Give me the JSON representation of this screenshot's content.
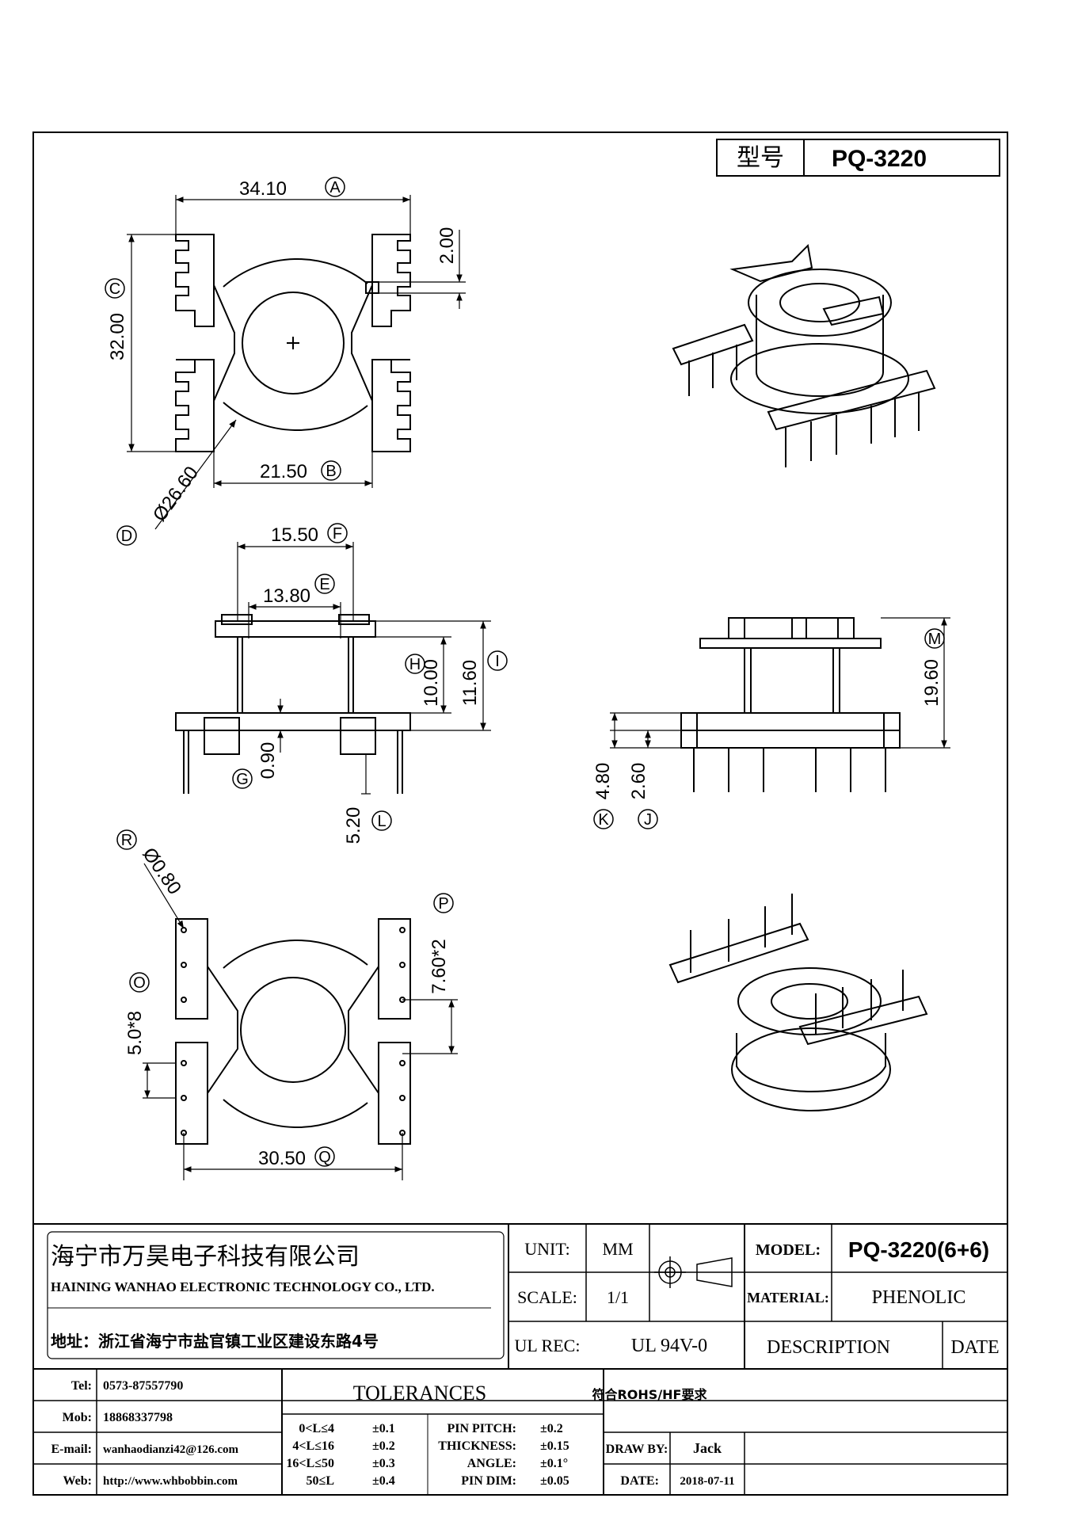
{
  "header": {
    "model_label": "型号",
    "model_value": "PQ-3220"
  },
  "dimensions": {
    "A": {
      "label": "A",
      "value": "34.10"
    },
    "B": {
      "label": "B",
      "value": "21.50"
    },
    "C": {
      "label": "C",
      "value": "32.00"
    },
    "D": {
      "label": "D",
      "value": "Ø26.60"
    },
    "top_right": {
      "value": "2.00"
    },
    "E": {
      "label": "E",
      "value": "13.80"
    },
    "F": {
      "label": "F",
      "value": "15.50"
    },
    "G": {
      "label": "G",
      "value": "0.90"
    },
    "H": {
      "label": "H",
      "value": "10.00"
    },
    "I": {
      "label": "I",
      "value": "11.60"
    },
    "L": {
      "label": "L",
      "value": "5.20"
    },
    "M": {
      "label": "M",
      "value": "19.60"
    },
    "K": {
      "label": "K",
      "value": "4.80"
    },
    "J": {
      "label": "J",
      "value": "2.60"
    },
    "R": {
      "label": "R",
      "value": "Ø0.80"
    },
    "O": {
      "label": "O",
      "value": "5.0*8"
    },
    "P": {
      "label": "P",
      "value": "7.60*2"
    },
    "Q": {
      "label": "Q",
      "value": "30.50"
    }
  },
  "title_block": {
    "company_cn": "海宁市万昊电子科技有限公司",
    "company_en": "HAINING WANHAO ELECTRONIC TECHNOLOGY CO., LTD.",
    "address": "地址：浙江省海宁市盐官镇工业区建设东路4号",
    "unit_label": "UNIT:",
    "unit_value": "MM",
    "scale_label": "SCALE:",
    "scale_value": "1/1",
    "ul_label": "UL REC:",
    "ul_value": "UL 94V-0",
    "model_label": "MODEL:",
    "model_value": "PQ-3220(6+6)",
    "material_label": "MATERIAL:",
    "material_value": "PHENOLIC",
    "description_label": "DESCRIPTION",
    "date_label": "DATE",
    "contacts": [
      {
        "label": "Tel:",
        "value": "0573-87557790"
      },
      {
        "label": "Mob:",
        "value": "18868337798"
      },
      {
        "label": "E-mail:",
        "value": "wanhaodianzi42@126.com"
      },
      {
        "label": "Web:",
        "value": "http://www.whbobbin.com"
      }
    ],
    "tolerances_title": "TOLERANCES",
    "tolerances_left": [
      {
        "range": "0<L≤4",
        "value": "±0.1"
      },
      {
        "range": "4<L≤16",
        "value": "±0.2"
      },
      {
        "range": "16<L≤50",
        "value": "±0.3"
      },
      {
        "range": "50≤L",
        "value": "±0.4"
      }
    ],
    "tolerances_right": [
      {
        "label": "PIN PITCH:",
        "value": "±0.2"
      },
      {
        "label": "THICKNESS:",
        "value": "±0.15"
      },
      {
        "label": "ANGLE:",
        "value": "±0.1°"
      },
      {
        "label": "PIN DIM:",
        "value": "±0.05"
      }
    ],
    "rohs": "符合ROHS/HF要求",
    "draw_by_label": "DRAW BY:",
    "draw_by_value": "Jack",
    "date2_label": "DATE:",
    "date2_value": "2018-07-11"
  }
}
